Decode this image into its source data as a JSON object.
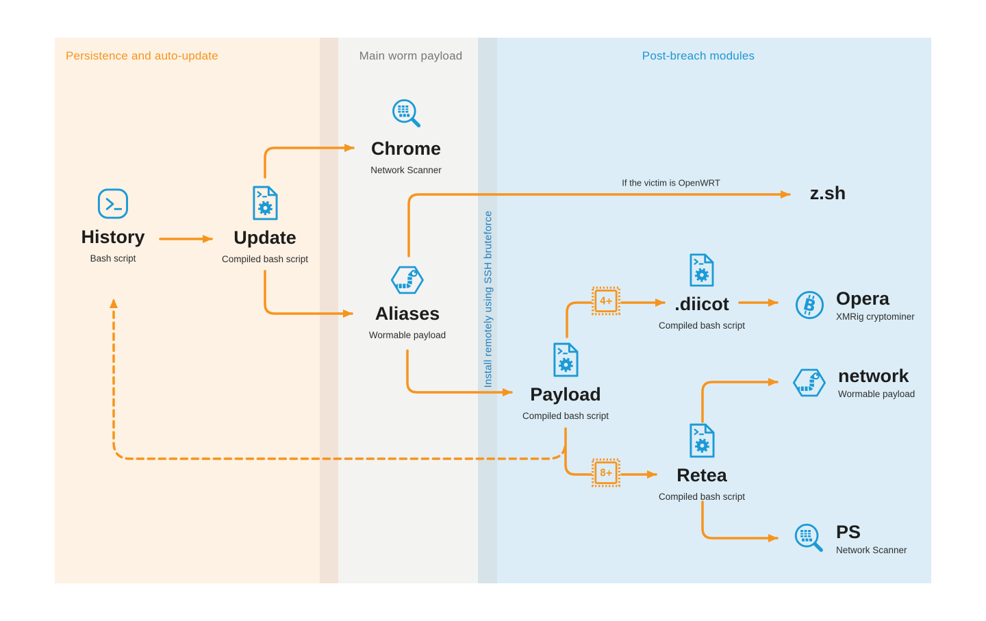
{
  "sections": {
    "persistence": {
      "title": "Persistence and auto-update"
    },
    "worm": {
      "title": "Main worm payload"
    },
    "postbreach": {
      "title": "Post-breach modules"
    }
  },
  "band_label": "Install remotely using SSH bruteforce",
  "edge_label": "If the victim is OpenWRT",
  "nodes": {
    "history": {
      "title": "History",
      "subtitle": "Bash script",
      "icon": "terminal-icon"
    },
    "update": {
      "title": "Update",
      "subtitle": "Compiled bash script",
      "icon": "script-file-icon"
    },
    "chrome": {
      "title": "Chrome",
      "subtitle": "Network Scanner",
      "icon": "network-scanner-icon"
    },
    "aliases": {
      "title": "Aliases",
      "subtitle": "Wormable payload",
      "icon": "worm-icon"
    },
    "zsh": {
      "title": "z.sh"
    },
    "payload": {
      "title": "Payload",
      "subtitle": "Compiled bash script",
      "icon": "script-file-icon"
    },
    "diicot": {
      "title": ".diicot",
      "subtitle": "Compiled bash script",
      "icon": "script-file-icon"
    },
    "opera": {
      "title": "Opera",
      "subtitle": "XMRig cryptominer",
      "icon": "bitcoin-icon"
    },
    "network": {
      "title": "network",
      "subtitle": "Wormable payload",
      "icon": "worm-icon"
    },
    "retea": {
      "title": "Retea",
      "subtitle": "Compiled bash script",
      "icon": "script-file-icon"
    },
    "ps": {
      "title": "PS",
      "subtitle": "Network Scanner",
      "icon": "network-scanner-icon"
    }
  },
  "chips": {
    "chip4": {
      "label": "4+"
    },
    "chip8": {
      "label": "8+"
    }
  },
  "colors": {
    "accent_orange": "#F7941D",
    "icon_blue": "#1C9AD6",
    "section_peach": "#FDF2E4",
    "section_peach_edge": "#F2E3D8",
    "section_gray": "#F3F3F2",
    "section_band": "#D6E3E8",
    "section_blue": "#DCEDF7",
    "header_gray": "#777777",
    "header_blue": "#2196D3",
    "band_text_blue": "#1F7EC0",
    "title_color": "#1D1D1D",
    "subtitle_color": "#2E2E2E",
    "chip_fill": "#FDF3E6"
  }
}
